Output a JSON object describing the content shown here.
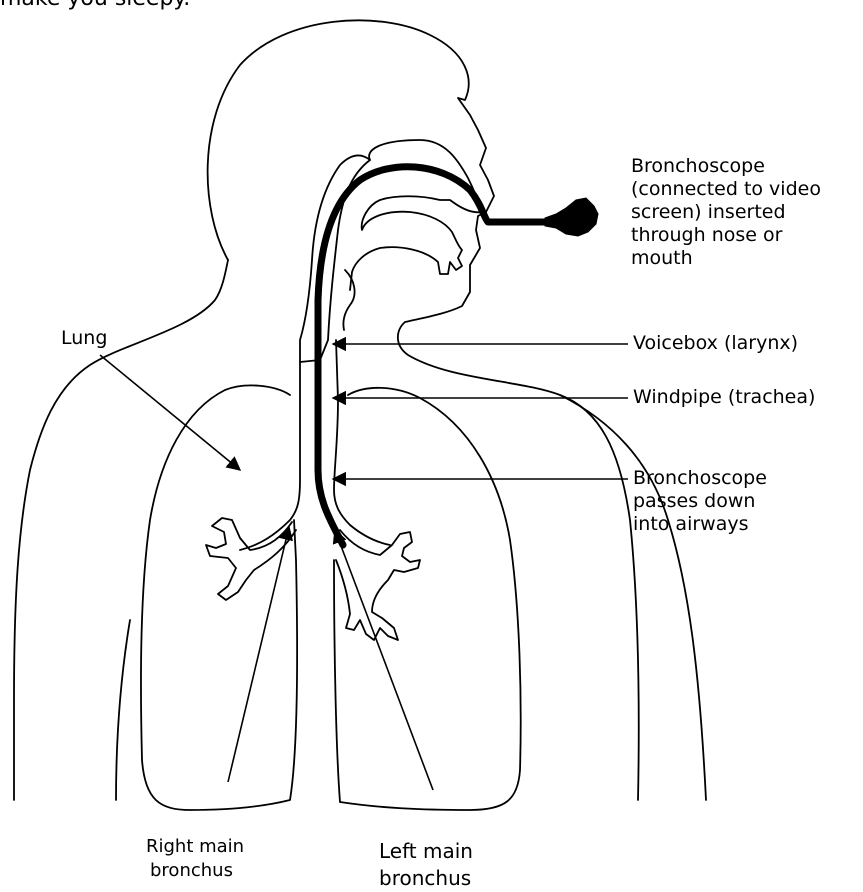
{
  "intro_text": "make you sleepy.",
  "labels": {
    "bronchoscope_inserted": [
      "Bronchoscope",
      "(connected to video",
      "screen) inserted",
      "through nose or",
      "mouth"
    ],
    "voicebox": "Voicebox (larynx)",
    "windpipe": "Windpipe (trachea)",
    "bronchoscope_passes": [
      "Bronchoscope",
      "passes down",
      "into airways"
    ],
    "lung": "Lung",
    "right_main_bronchus": [
      "Right main",
      "bronchus"
    ],
    "left_main_bronchus": [
      "Left main",
      "bronchus"
    ]
  }
}
